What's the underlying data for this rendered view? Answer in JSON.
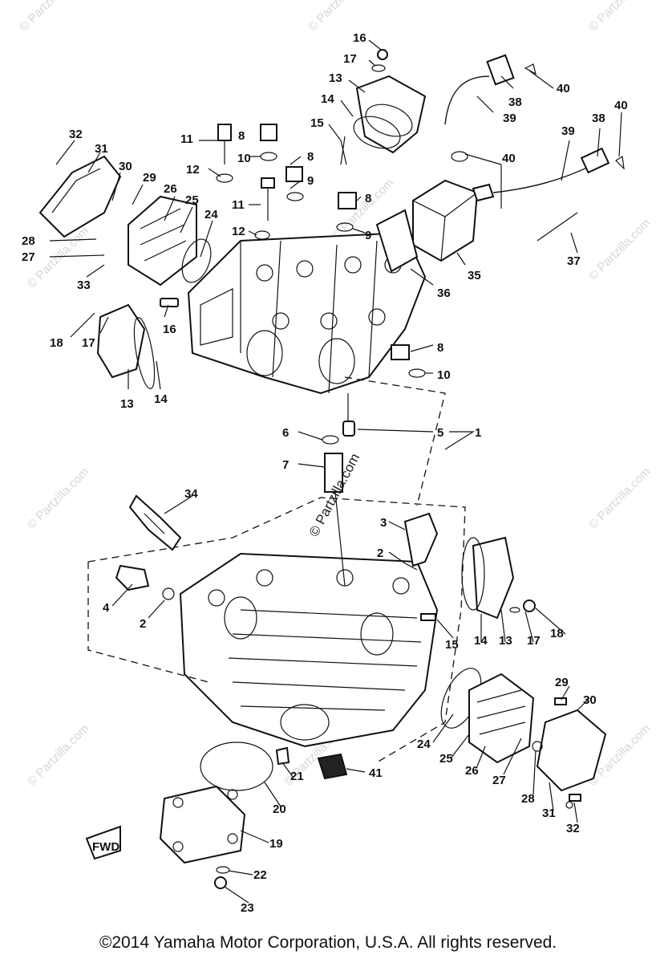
{
  "watermark": {
    "text": "© Partzilla.com"
  },
  "callouts": {
    "c1": "1",
    "c2": "2",
    "c3": "3",
    "c4": "4",
    "c5": "5",
    "c6": "6",
    "c7": "7",
    "c8": "8",
    "c9": "9",
    "c10": "10",
    "c11": "11",
    "c12": "12",
    "c13": "13",
    "c14": "14",
    "c15": "15",
    "c16": "16",
    "c17": "17",
    "c18": "18",
    "c19": "19",
    "c20": "20",
    "c21": "21",
    "c22": "22",
    "c23": "23",
    "c24": "24",
    "c25": "25",
    "c26": "26",
    "c27": "27",
    "c28": "28",
    "c29": "29",
    "c30": "30",
    "c31": "31",
    "c32": "32",
    "c33": "33",
    "c34": "34",
    "c35": "35",
    "c36": "36",
    "c37": "37",
    "c38": "38",
    "c39": "39",
    "c40": "40",
    "c41": "41"
  },
  "fwd_marker": "FWD",
  "copyright": "©2014 Yamaha Motor Corporation, U.S.A. All rights reserved."
}
